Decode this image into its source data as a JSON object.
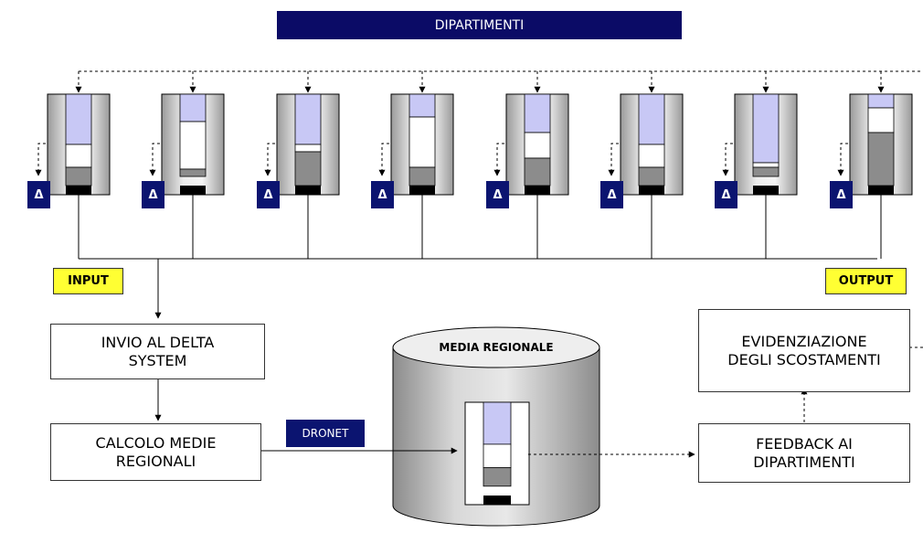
{
  "header": {
    "title": "DIPARTIMENTI"
  },
  "labels": {
    "input": "INPUT",
    "output": "OUTPUT",
    "dronet": "DRONET",
    "delta_symbol": "Δ"
  },
  "boxes": {
    "invio": "INVIO AL DELTA SYSTEM",
    "calcolo": "CALCOLO MEDIE REGIONALI",
    "feedback": "FEEDBACK AI DIPARTIMENTI",
    "evidenziazione": "EVIDENZIAZIONE DEGLI SCOSTAMENTI"
  },
  "database": {
    "title": "MEDIA REGIONALE"
  },
  "colors": {
    "banner": "#0b0b66",
    "delta": "#0b1470",
    "tag": "#ffff33",
    "lavender": "#c8c8f5",
    "gray": "#8c8c8c",
    "black": "#000000"
  },
  "departments": [
    {
      "lavender": 0.55,
      "white": 0.25,
      "gray": 0.2
    },
    {
      "lavender": 0.3,
      "white": 0.52,
      "gray": 0.08
    },
    {
      "lavender": 0.55,
      "white": 0.08,
      "gray": 0.37
    },
    {
      "lavender": 0.25,
      "white": 0.55,
      "gray": 0.2
    },
    {
      "lavender": 0.42,
      "white": 0.28,
      "gray": 0.3
    },
    {
      "lavender": 0.55,
      "white": 0.25,
      "gray": 0.2
    },
    {
      "lavender": 0.75,
      "white": 0.05,
      "gray": 0.1
    },
    {
      "lavender": 0.15,
      "white": 0.27,
      "gray": 0.58
    }
  ],
  "regional_meter": {
    "lavender": 0.45,
    "white": 0.25,
    "gray": 0.2
  }
}
